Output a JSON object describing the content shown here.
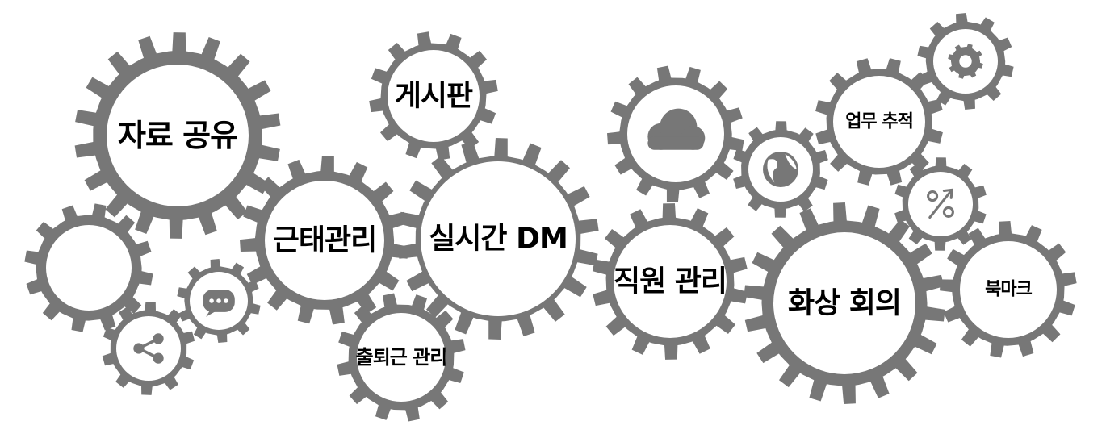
{
  "colors": {
    "gear": "#777777",
    "hub": "#ffffff",
    "text": "#000000",
    "icon": "#777777"
  },
  "gears": [
    {
      "id": "data-share",
      "label": "자료 공유",
      "icon": ""
    },
    {
      "id": "board",
      "label": "게시판",
      "icon": ""
    },
    {
      "id": "attendance",
      "label": "근태관리",
      "icon": ""
    },
    {
      "id": "realtime-dm",
      "label": "실시간 DM",
      "icon": ""
    },
    {
      "id": "commute",
      "label": "출퇴근 관리",
      "icon": ""
    },
    {
      "id": "blank",
      "label": "",
      "icon": ""
    },
    {
      "id": "chat",
      "label": "",
      "icon": "chat-bubble-icon"
    },
    {
      "id": "share",
      "label": "",
      "icon": "share-icon"
    },
    {
      "id": "cloud",
      "label": "",
      "icon": "cloud-icon"
    },
    {
      "id": "globe",
      "label": "",
      "icon": "globe-icon"
    },
    {
      "id": "task-tracking",
      "label": "업무 추적",
      "icon": ""
    },
    {
      "id": "settings",
      "label": "",
      "icon": "gear-icon"
    },
    {
      "id": "percent",
      "label": "",
      "icon": "percent-icon"
    },
    {
      "id": "staff",
      "label": "직원 관리",
      "icon": ""
    },
    {
      "id": "video-meeting",
      "label": "화상 회의",
      "icon": ""
    },
    {
      "id": "bookmark",
      "label": "북마크",
      "icon": ""
    }
  ]
}
